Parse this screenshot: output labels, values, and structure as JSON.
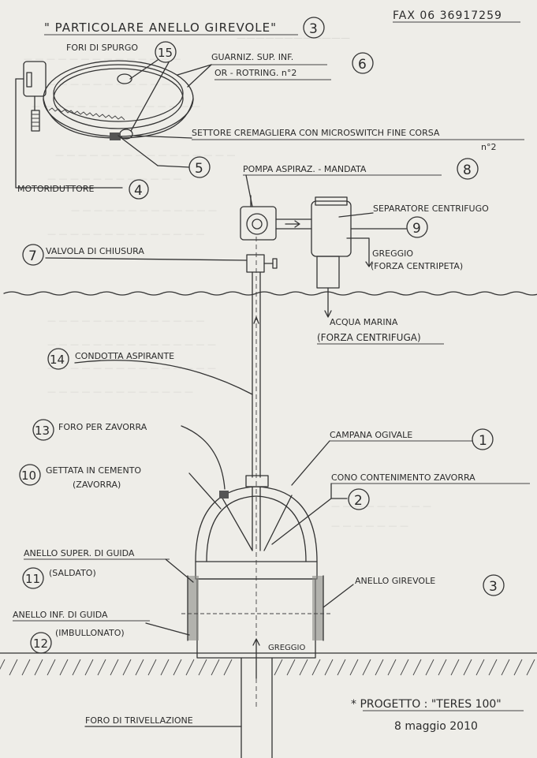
{
  "header": {
    "title": "\" PARTICOLARE ANELLO GIREVOLE\"",
    "fax": "FAX 06 36917259"
  },
  "callouts": {
    "n1": "1",
    "n2": "2",
    "n3": "3",
    "n4": "4",
    "n5": "5",
    "n6": "6",
    "n7": "7",
    "n8": "8",
    "n9": "9",
    "n10": "10",
    "n11": "11",
    "n12": "12",
    "n13": "13",
    "n14": "14",
    "n15": "15"
  },
  "labels": {
    "fori_spurgo": "FORI DI SPURGO",
    "guarniz_line1": "GUARNIZ. SUP. INF.",
    "guarniz_line2": "OR - ROTRING. n°2",
    "settore": "SETTORE CREMAGLIERA CON MICROSWITCH FINE CORSA",
    "settore_n2": "n°2",
    "motoriduttore": "MOTORIDUTTORE",
    "pompa": "POMPA ASPIRAZ. - MANDATA",
    "separatore": "SEPARATORE CENTRIFUGO",
    "greggio": "GREGGIO",
    "forza_centripeta": "(FORZA CENTRIPETA)",
    "acqua_marina": "ACQUA MARINA",
    "forza_centrifuga": "(FORZA CENTRIFUGA)",
    "valvola": "VALVOLA DI CHIUSURA",
    "condotta": "CONDOTTA ASPIRANTE",
    "foro_zavorra": "FORO PER ZAVORRA",
    "gettata_line1": "GETTATA IN CEMENTO",
    "gettata_line2": "(ZAVORRA)",
    "campana": "CAMPANA OGIVALE",
    "cono": "CONO CONTENIMENTO ZAVORRA",
    "anello_super": "ANELLO SUPER. DI GUIDA",
    "saldato": "(SALDATO)",
    "anello_girevole": "ANELLO GIREVOLE",
    "anello_inf": "ANELLO INF. DI GUIDA",
    "imbullonato": "(IMBULLONATO)",
    "greggio_bottom": "GREGGIO",
    "foro_trivellazione": "FORO DI TRIVELLAZIONE"
  },
  "footer": {
    "progetto": "* PROGETTO : \"TERES 100\"",
    "date": "8 maggio 2010"
  }
}
